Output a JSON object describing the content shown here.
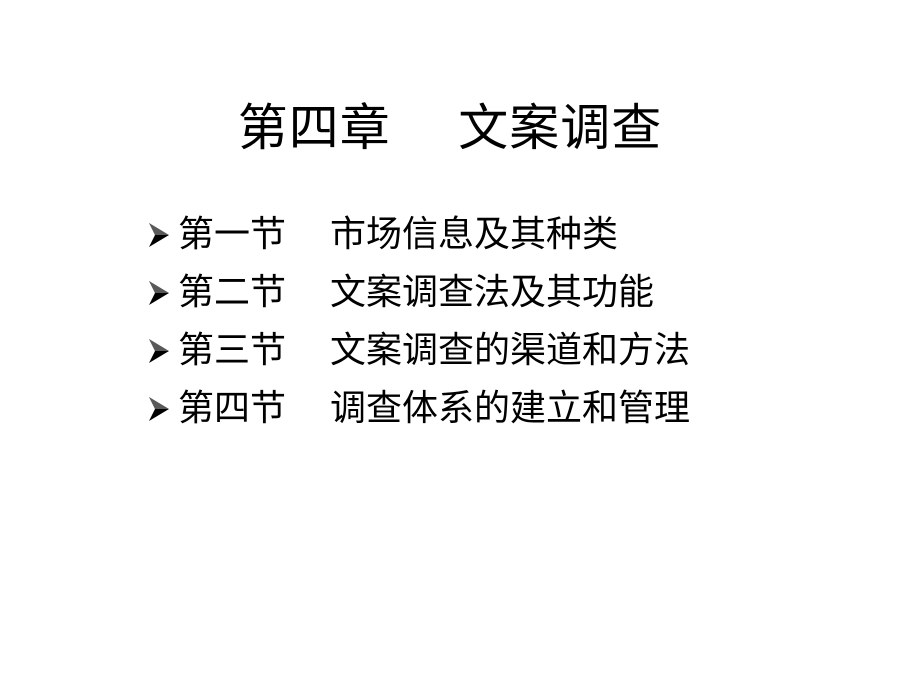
{
  "slide": {
    "title": "第四章    文案调查",
    "bullets": [
      {
        "section": "第一节",
        "name": "市场信息及其种类"
      },
      {
        "section": "第二节",
        "name": "文案调查法及其功能"
      },
      {
        "section": "第三节",
        "name": "文案调查的渠道和方法"
      },
      {
        "section": "第四节",
        "name": "调查体系的建立和管理"
      }
    ],
    "bullet_icon": "arrow-right-icon",
    "colors": {
      "text": "#000000",
      "background": "#ffffff"
    }
  }
}
